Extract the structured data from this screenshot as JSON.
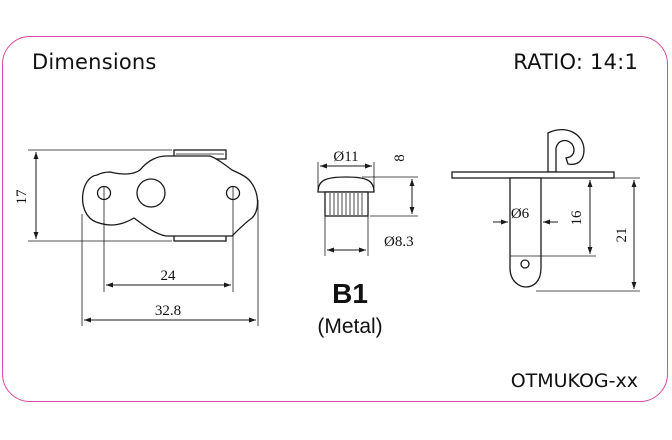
{
  "header": {
    "title": "Dimensions",
    "ratio": "RATIO: 14:1"
  },
  "footer": {
    "part_code": "OTMUKOG-xx"
  },
  "model": {
    "code": "B1",
    "material": "(Metal)"
  },
  "dimensions": {
    "plate_height": "17",
    "hole_spacing": "24",
    "plate_width": "32.8",
    "cap_diameter": "Ø11",
    "cap_height": "8",
    "shank_diameter": "Ø8.3",
    "pin_diameter": "Ø6",
    "pin_length": "16",
    "total_height": "21"
  },
  "colors": {
    "border": "#d64ba6",
    "ink": "#1a1a1a"
  }
}
